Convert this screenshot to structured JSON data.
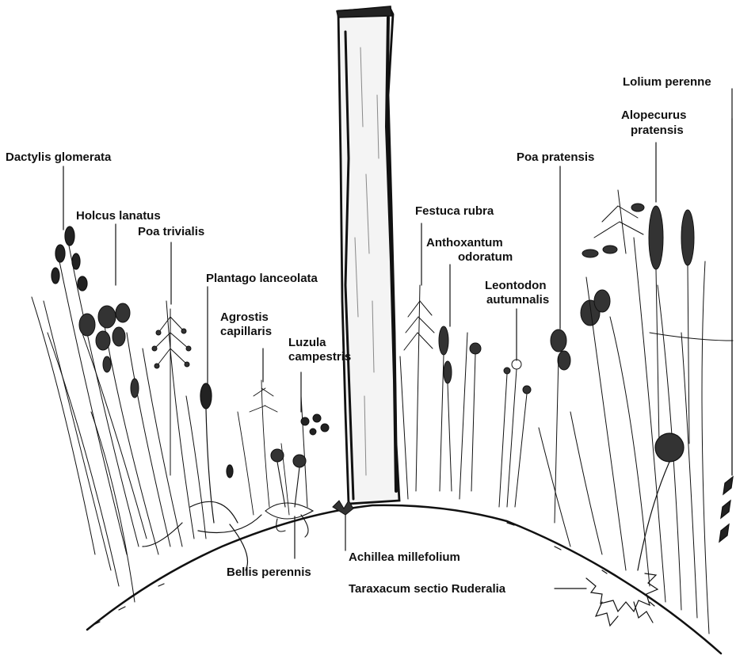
{
  "labels": {
    "dactylis": "Dactylis glomerata",
    "holcus": "Holcus lanatus",
    "poa_trivialis": "Poa trivialis",
    "plantago": "Plantago lanceolata",
    "agrostis_1": "Agrostis",
    "agrostis_2": "capillaris",
    "luzula_1": "Luzula",
    "luzula_2": "campestris",
    "festuca": "Festuca rubra",
    "anthox_1": "Anthoxantum",
    "anthox_2": "odoratum",
    "leontodon_1": "Leontodon",
    "leontodon_2": "autumnalis",
    "poa_pratensis": "Poa pratensis",
    "alopecurus_1": "Alopecurus",
    "alopecurus_2": "pratensis",
    "lolium": "Lolium perenne",
    "bellis": "Bellis perennis",
    "achillea": "Achillea millefolium",
    "taraxacum": "Taraxacum sectio Ruderalia"
  },
  "colors": {
    "ink": "#111111",
    "post_fill": "#f4f4f4",
    "background": "#ffffff"
  }
}
